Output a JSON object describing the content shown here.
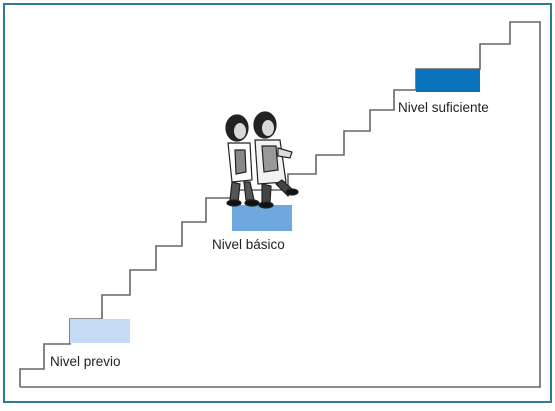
{
  "levels": [
    {
      "label": "Nivel previo",
      "color": "#c5daf3"
    },
    {
      "label": "Nivel básico",
      "color": "#6ea8de"
    },
    {
      "label": "Nivel suficiente",
      "color": "#0b72bc"
    }
  ],
  "colors": {
    "border": "#2c7a93",
    "stairs": "#666666"
  },
  "icons": [
    "students-climbing-icon"
  ]
}
